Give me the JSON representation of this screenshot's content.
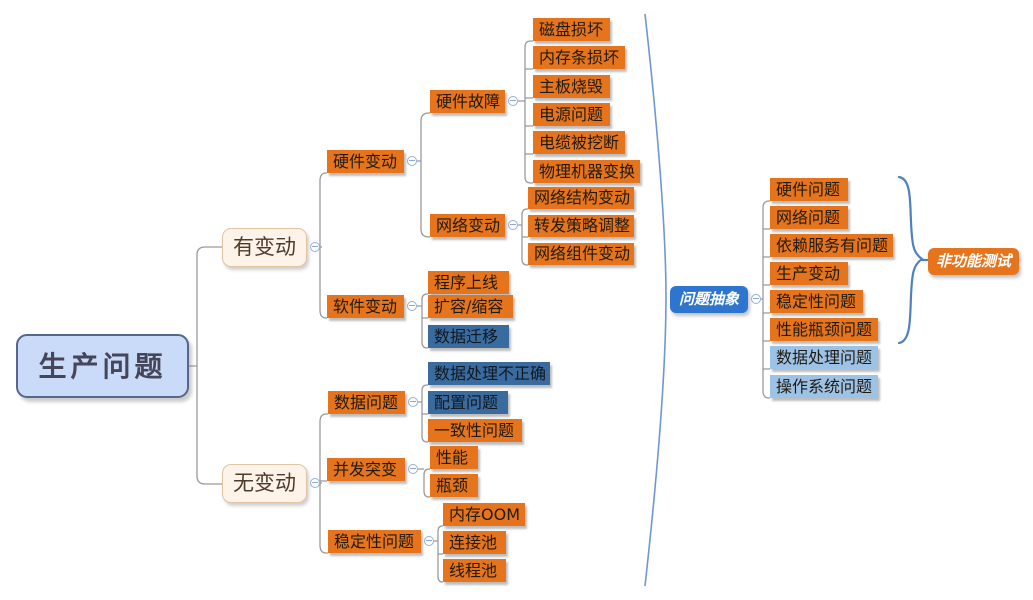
{
  "colors": {
    "topic_orange": "#E5741C",
    "topic_steel_blue": "#3A6B9E",
    "topic_light_blue": "#9CC2E6",
    "root_fill": "#C9DBF8",
    "root_border": "#55678A",
    "branch_fill": "#FDF3E9",
    "branch_border": "#E2C4A2",
    "abstraction_fill": "#2E75D0",
    "connector_gray": "#9A9A9A",
    "brace_blue": "#4F81BD",
    "divider_curve_blue": "#6E97D4"
  },
  "icons": {
    "collapse_toggle": "−"
  },
  "mindmap": {
    "root": {
      "label": "生产问题"
    },
    "branches": [
      {
        "label": "有变动",
        "children": [
          {
            "label": "硬件变动",
            "children": [
              {
                "label": "硬件故障",
                "children": [
                  {
                    "label": "磁盘损坏"
                  },
                  {
                    "label": "内存条损坏"
                  },
                  {
                    "label": "主板烧毁"
                  },
                  {
                    "label": "电源问题"
                  },
                  {
                    "label": "电缆被挖断"
                  },
                  {
                    "label": "物理机器变换"
                  }
                ]
              },
              {
                "label": "网络变动",
                "children": [
                  {
                    "label": "网络结构变动"
                  },
                  {
                    "label": "转发策略调整"
                  },
                  {
                    "label": "网络组件变动"
                  }
                ]
              }
            ]
          },
          {
            "label": "软件变动",
            "children": [
              {
                "label": "程序上线"
              },
              {
                "label": "扩容/缩容"
              },
              {
                "label": "数据迁移"
              }
            ]
          }
        ]
      },
      {
        "label": "无变动",
        "children": [
          {
            "label": "数据问题",
            "children": [
              {
                "label": "数据处理不正确"
              },
              {
                "label": "配置问题"
              },
              {
                "label": "一致性问题"
              }
            ]
          },
          {
            "label": "并发突变",
            "children": [
              {
                "label": "性能"
              },
              {
                "label": "瓶颈"
              }
            ]
          },
          {
            "label": "稳定性问题",
            "children": [
              {
                "label": "内存OOM"
              },
              {
                "label": "连接池"
              },
              {
                "label": "线程池"
              }
            ]
          }
        ]
      }
    ],
    "abstraction": {
      "label": "问题抽象",
      "children": [
        {
          "label": "硬件问题"
        },
        {
          "label": "网络问题"
        },
        {
          "label": "依赖服务有问题"
        },
        {
          "label": "生产变动"
        },
        {
          "label": "稳定性问题"
        },
        {
          "label": "性能瓶颈问题"
        },
        {
          "label": "数据处理问题"
        },
        {
          "label": "操作系统问题"
        }
      ]
    },
    "summary": {
      "label": "非功能测试"
    }
  }
}
